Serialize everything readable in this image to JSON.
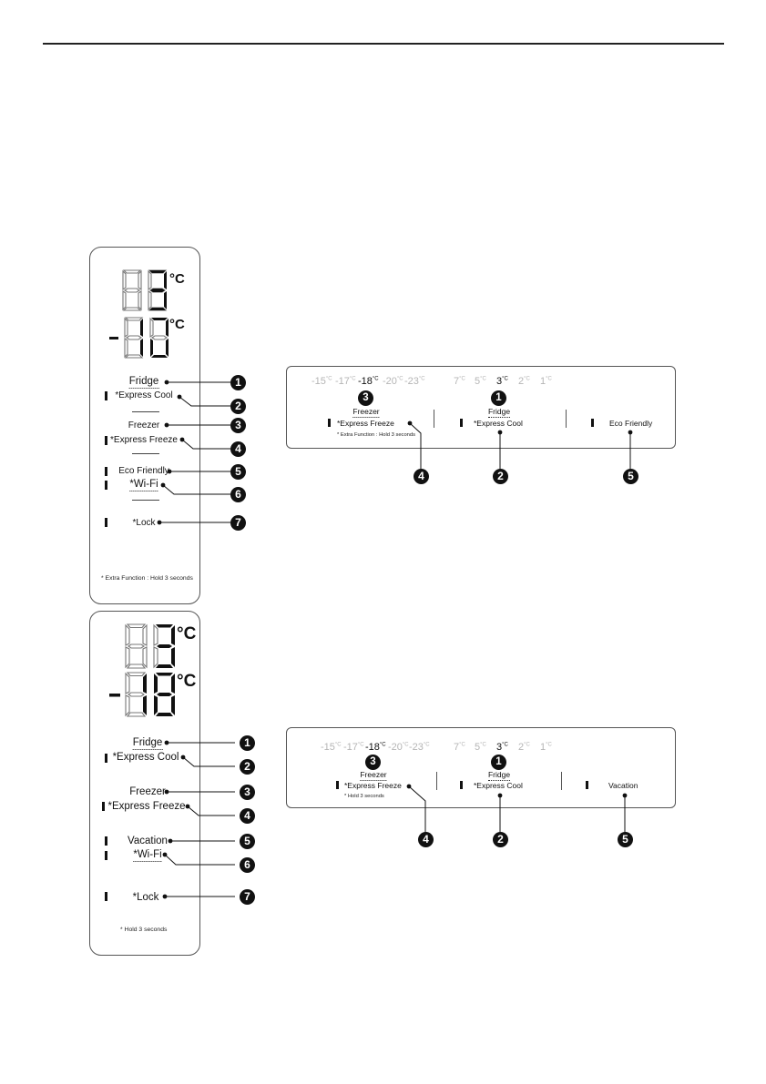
{
  "degree_unit": "°C",
  "temps_freezer": [
    "-15",
    "-17",
    "-18",
    "-20",
    "-23"
  ],
  "temps_fridge": [
    "7",
    "5",
    "3",
    "2",
    "1"
  ],
  "temp_unit_small": "°C",
  "panel1": {
    "fridge": "Fridge",
    "express_cool": "*Express Cool",
    "freezer": "Freezer",
    "express_freeze": "*Express Freeze",
    "eco": "Eco Friendly",
    "wifi": "*Wi-Fi",
    "lock": "*Lock",
    "note": "* Extra Function : Hold 3 seconds"
  },
  "panel2": {
    "fridge": "Fridge",
    "express_cool": "*Express Cool",
    "freezer": "Freezer",
    "express_freeze": "*Express Freeze",
    "vacation": "Vacation",
    "wifi": "*Wi-Fi",
    "lock": "*Lock",
    "note": "* Hold 3 seconds"
  },
  "hpanel1": {
    "freezer": "Freezer",
    "express_freeze": "*Express Freeze",
    "fridge": "Fridge",
    "express_cool": "*Express Cool",
    "eco": "Eco Friendly",
    "note": "* Extra Function : Hold 3 seconds"
  },
  "hpanel2": {
    "freezer": "Freezer",
    "express_freeze": "*Express Freeze",
    "fridge": "Fridge",
    "express_cool": "*Express Cool",
    "vacation": "Vacation",
    "note": "* Hold 3 seconds"
  },
  "callouts": [
    "1",
    "2",
    "3",
    "4",
    "5",
    "6",
    "7"
  ]
}
